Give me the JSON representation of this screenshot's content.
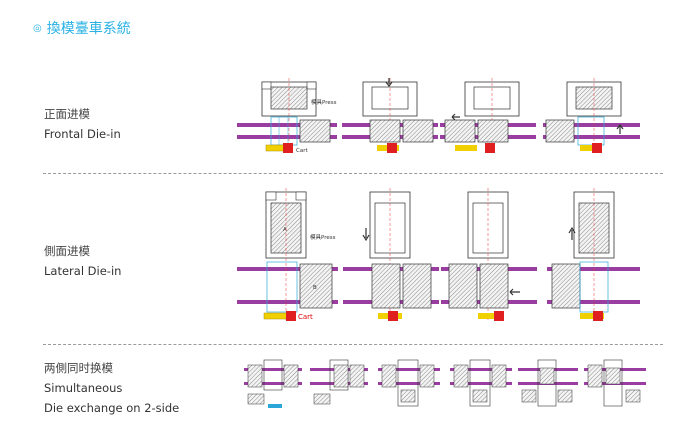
{
  "title": "換模臺車系統",
  "title_color": "#2bb1e6",
  "rows": [
    {
      "zh": "正面进模",
      "en": "Frontal Die-in"
    },
    {
      "zh": "側面进模",
      "en": "Lateral Die-in"
    },
    {
      "zh": "两側同时换模",
      "en_line1": "Simultaneous",
      "en_line2": "Die exchange on 2-side"
    }
  ],
  "labels": {
    "press": "模具Press",
    "cart": "Cart",
    "die_a": "A",
    "die_b": "B"
  },
  "icons": [
    "bullet-icon",
    "arrow-down-icon",
    "arrow-up-icon",
    "arrow-left-icon"
  ]
}
